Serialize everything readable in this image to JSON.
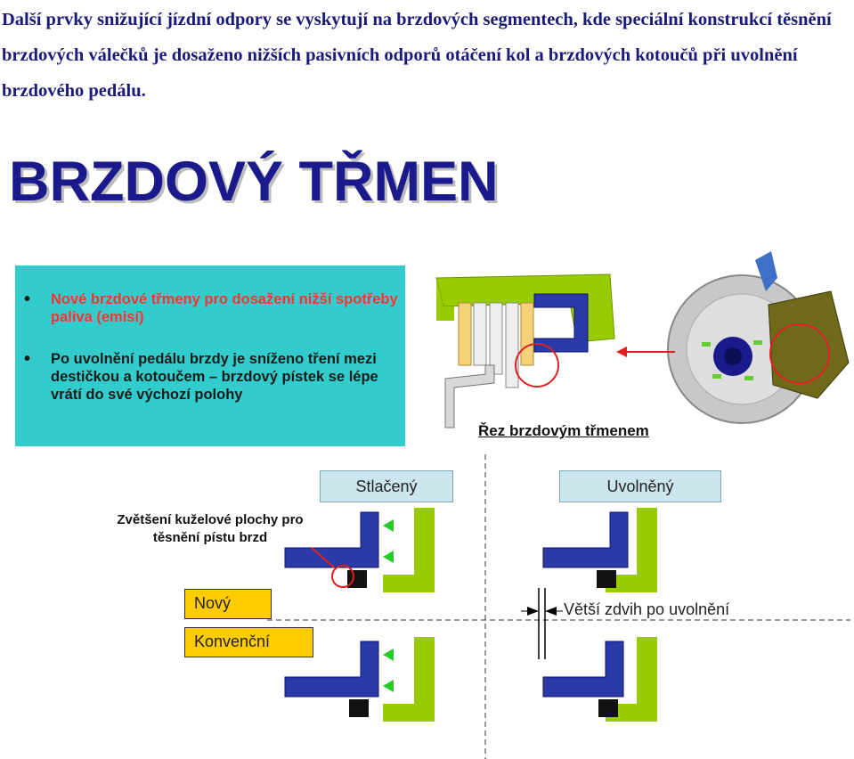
{
  "intro": {
    "text": "Další prvky snižující jízdní odpory se vyskytují na brzdových segmentech, kde speciální konstrukcí těsnění brzdových válečků je dosaženo nižších pasivních odporů otáčení kol a brzdových kotoučů při uvolnění brzdového pedálu."
  },
  "heading": "BRZDOVÝ TŘMEN",
  "info_box": {
    "bullets": [
      "Nové brzdové třmeny pro dosažení nižší spotřeby paliva (emisí)",
      "Po uvolnění pedálu brzdy je sníženo tření mezi destičkou a kotoučem – brzdový pístek se lépe vrátí do své výchozí polohy"
    ]
  },
  "diagram": {
    "section_caption": "Řez brzdovým třmenem",
    "state_compressed": "Stlačený",
    "state_released": "Uvolněný",
    "cone_caption": "Zvětšení kuželové plochy pro těsnění pístu brzd",
    "label_new": "Nový",
    "label_conventional": "Konvenční",
    "stroke_label": "Větší zdvih po uvolnění"
  },
  "colors": {
    "text_navy": "#1a1a7a",
    "teal_box": "#33cccc",
    "bullet_red": "#ff3333",
    "seal_green": "#99cc00",
    "piston_blue": "#1a1a8c",
    "label_yellow": "#ffcc00",
    "state_box": "#cce6ee"
  }
}
